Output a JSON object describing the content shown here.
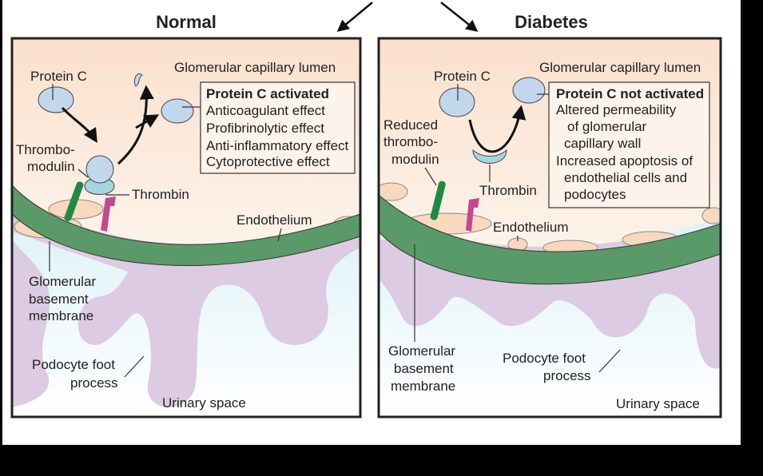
{
  "titles": {
    "normal": "Normal",
    "diabetes": "Diabetes"
  },
  "normal": {
    "protein_c": "Protein C",
    "lumen": "Glomerular capillary lumen",
    "box_title": "Protein C activated",
    "effects": [
      "Anticoagulant effect",
      "Profibrinolytic effect",
      "Anti-inflammatory effect",
      "Cytoprotective effect"
    ],
    "thrombomodulin": [
      "Thrombo-",
      "modulin"
    ],
    "thrombin": "Thrombin",
    "endothelium": "Endothelium",
    "gbm": [
      "Glomerular",
      "basement",
      "membrane"
    ],
    "podocyte": [
      "Podocyte foot",
      "process"
    ],
    "urinary": "Urinary space"
  },
  "diabetes": {
    "protein_c": "Protein C",
    "lumen": "Glomerular capillary lumen",
    "box_title": "Protein C not activated",
    "effects": [
      "Altered permeability",
      "of glomerular",
      "capillary wall",
      "Increased apoptosis of",
      "endothelial cells and",
      "podocytes"
    ],
    "thrombomodulin": [
      "Reduced",
      "thrombo-",
      "modulin"
    ],
    "thrombin": "Thrombin",
    "endothelium": "Endothelium",
    "gbm": [
      "Glomerular",
      "basement",
      "membrane"
    ],
    "podocyte": [
      "Podocyte foot",
      "process"
    ],
    "urinary": "Urinary space"
  },
  "colors": {
    "lumen_top": "#fbe0cc",
    "lumen_bottom": "#fdf3ea",
    "urinary_top": "#bfe7f0",
    "urinary_bottom": "#ffffff",
    "gbm": "#5a9a68",
    "podocyte": "#dccbe2",
    "endothelium": "#f8d9bf",
    "protein": "#c2d6ec",
    "thrombin": "#a6d5df",
    "thrombomodulin_green": "#1f8a46",
    "thrombomodulin_pink": "#c4488f"
  }
}
